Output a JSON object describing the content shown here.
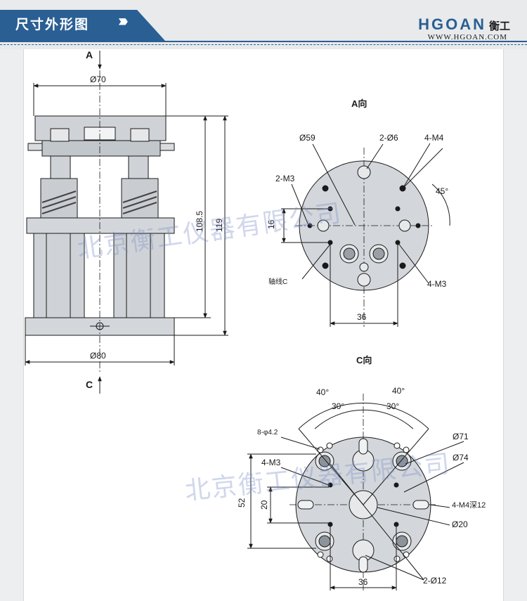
{
  "header": {
    "title": "尺寸外形图",
    "chevrons": "》",
    "brand_logo": "HGOAN",
    "brand_cn": "衡工",
    "brand_url": "WWW.HGOAN.COM"
  },
  "colors": {
    "accent": "#2a5f93",
    "part_fill": "#cfd3d7",
    "line": "#1a1a1a"
  },
  "front_view": {
    "label_a": "A",
    "label_c": "C",
    "dim_top": "Ø70",
    "dim_bottom": "Ø80",
    "dim_h1": "108.5",
    "dim_h2": "119"
  },
  "view_a": {
    "title": "A向",
    "d59": "Ø59",
    "d2_6": "2-Ø6",
    "m4": "4-M4",
    "m3_left": "2-M3",
    "angle": "45°",
    "dim16": "16",
    "axis": "轴线C",
    "m3_right": "4-M3",
    "dim36": "36"
  },
  "view_c": {
    "title": "C向",
    "ang40a": "40°",
    "ang40b": "40°",
    "ang30a": "30°",
    "ang30b": "30°",
    "phi42": "8-φ4.2",
    "d71": "Ø71",
    "m3": "4-M3",
    "d74": "Ø74",
    "dim52": "52",
    "dim20": "20",
    "m4x12": "4-M4深12",
    "d20": "Ø20",
    "dim36": "36",
    "d2_12": "2-Ø12"
  },
  "watermark": "北京衡工仪器有限公司"
}
